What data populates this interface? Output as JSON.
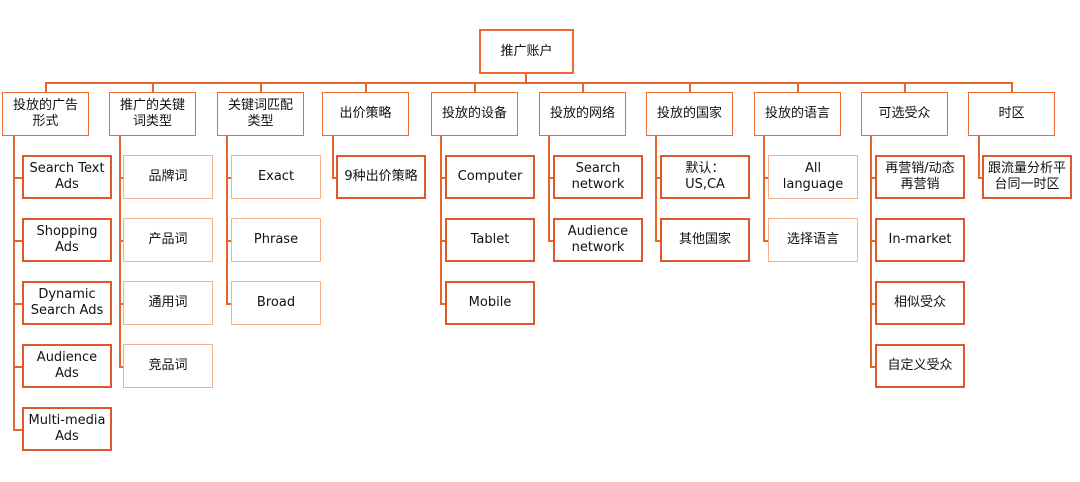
{
  "root": {
    "label": "推广账户"
  },
  "categories": [
    {
      "label": "投放的广告形式",
      "children": [
        "Search Text Ads",
        "Shopping Ads",
        "Dynamic Search Ads",
        "Audience Ads",
        "Multi-media Ads"
      ]
    },
    {
      "label": "推广的关键词类型",
      "children": [
        "品牌词",
        "产品词",
        "通用词",
        "竞品词"
      ]
    },
    {
      "label": "关键词匹配类型",
      "children": [
        "Exact",
        "Phrase",
        "Broad"
      ]
    },
    {
      "label": "出价策略",
      "children": [
        "9种出价策略"
      ]
    },
    {
      "label": "投放的设备",
      "children": [
        "Computer",
        "Tablet",
        "Mobile"
      ]
    },
    {
      "label": "投放的网络",
      "children": [
        "Search network",
        "Audience network"
      ]
    },
    {
      "label": "投放的国家",
      "children": [
        "默认：US,CA",
        "其他国家"
      ]
    },
    {
      "label": "投放的语言",
      "children": [
        "All language",
        "选择语言"
      ]
    },
    {
      "label": "可选受众",
      "children": [
        "再营销/动态再营销",
        "In-market",
        "相似受众",
        "自定义受众"
      ]
    },
    {
      "label": "时区",
      "children": [
        "跟流量分析平台同一时区"
      ]
    }
  ],
  "colors": {
    "accent": "#f06a30",
    "line": "#e5652e",
    "light_border": "#f3b08d",
    "background": "#ffffff"
  }
}
